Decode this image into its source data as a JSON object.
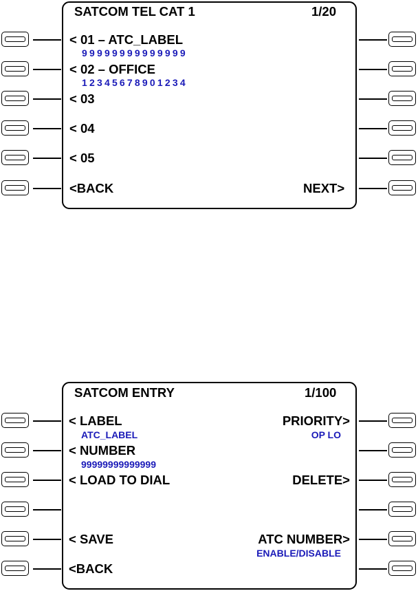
{
  "panel1": {
    "title": "SATCOM TEL CAT 1",
    "page": "1/20",
    "rows": [
      {
        "label": "< 01 – ATC_LABEL",
        "sub": "99999999999999"
      },
      {
        "label": "< 02 – OFFICE",
        "sub": "12345678901234"
      },
      {
        "label": "< 03"
      },
      {
        "label": "< 04"
      },
      {
        "label": "< 05"
      }
    ],
    "back": "<BACK",
    "next": "NEXT>"
  },
  "panel2": {
    "title": "SATCOM ENTRY",
    "page": "1/100",
    "left": {
      "label": "< LABEL",
      "label_value": "ATC_LABEL",
      "number": "< NUMBER",
      "number_value": "99999999999999",
      "load": "< LOAD TO DIAL",
      "save": "< SAVE",
      "back": "<BACK"
    },
    "right": {
      "priority": "PRIORITY>",
      "priority_value": "OP LO",
      "delete": "DELETE>",
      "atc": "ATC NUMBER>",
      "atc_value": "ENABLE/DISABLE"
    }
  }
}
